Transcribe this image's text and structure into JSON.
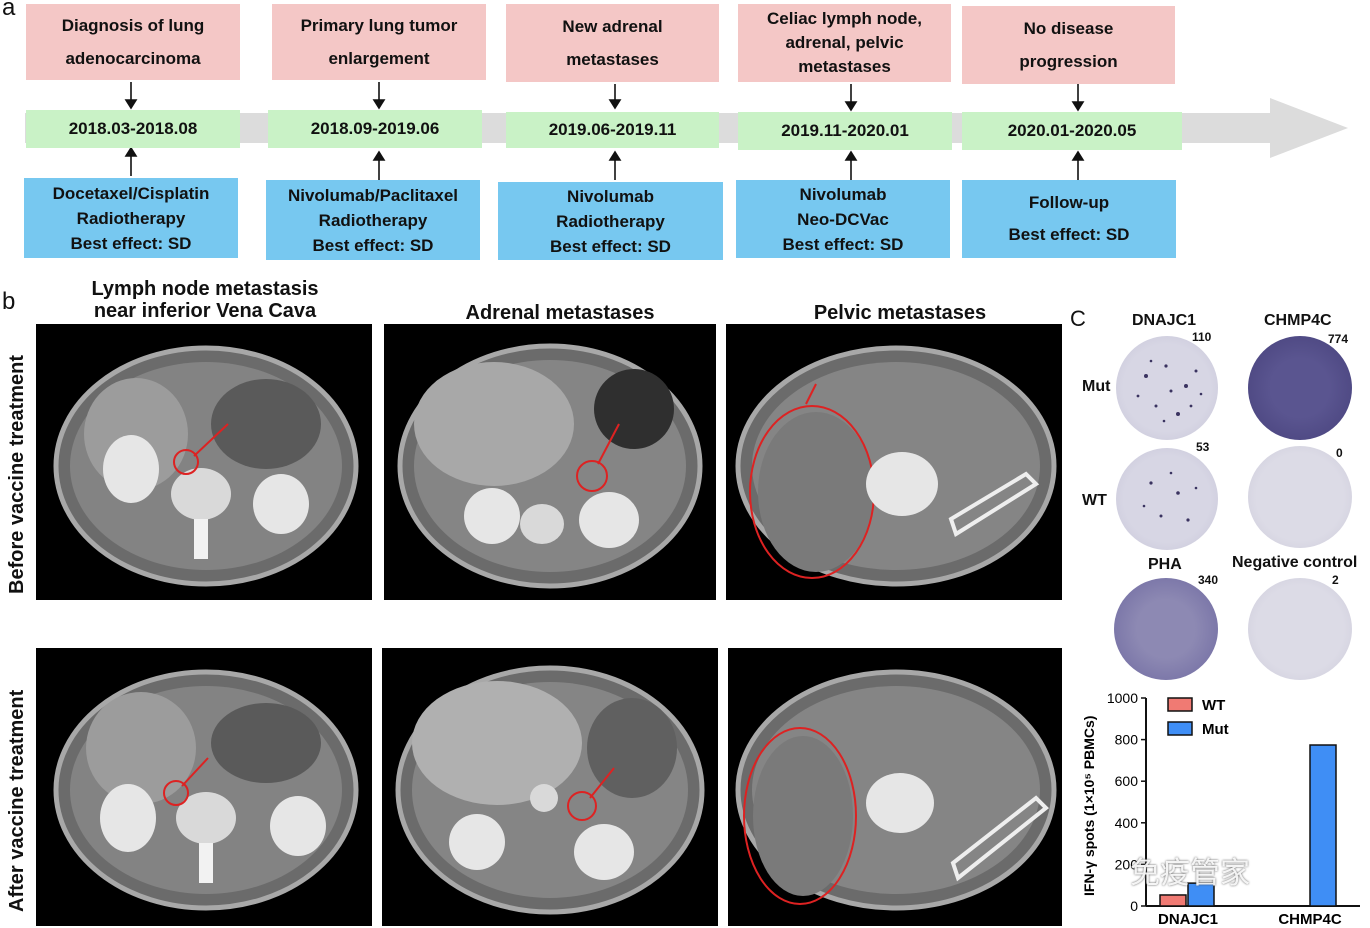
{
  "panel_a": {
    "letter": "a",
    "events": [
      {
        "top": "Diagnosis of lung\nadenocarcinoma",
        "date": "2018.03-2018.08",
        "treatment": [
          "Docetaxel/Cisplatin",
          "Radiotherapy",
          "Best effect: SD"
        ]
      },
      {
        "top": "Primary lung tumor\nenlargement",
        "date": "2018.09-2019.06",
        "treatment": [
          "Nivolumab/Paclitaxel",
          "Radiotherapy",
          "Best effect: SD"
        ]
      },
      {
        "top": "New adrenal\nmetastases",
        "date": "2019.06-2019.11",
        "treatment": [
          "Nivolumab",
          "Radiotherapy",
          "Best effect: SD"
        ]
      },
      {
        "top": "Celiac lymph node,\nadrenal, pelvic\nmetastases",
        "date": "2019.11-2020.01",
        "treatment": [
          "Nivolumab",
          "Neo-DCVac",
          "Best effect: SD"
        ]
      },
      {
        "top": "No disease\nprogression",
        "date": "2020.01-2020.05",
        "treatment": [
          "Follow-up",
          "Best effect: SD"
        ]
      }
    ],
    "colors": {
      "top_box": "#f4c7c6",
      "date_box": "#c9f2c6",
      "treatment_box": "#77c8f0",
      "arrow": "#dcdcdc"
    }
  },
  "panel_b": {
    "letter": "b",
    "columns": [
      "Lymph node metastasis\nnear inferior Vena Cava",
      "Adrenal metastases",
      "Pelvic metastases"
    ],
    "rows": [
      "Before vaccine treatment",
      "After vaccine treatment"
    ]
  },
  "panel_c": {
    "letter": "C",
    "wells": {
      "col_headers": [
        "DNAJC1",
        "CHMP4C"
      ],
      "row_labels": [
        "Mut",
        "WT"
      ],
      "counts": [
        [
          "110",
          "774"
        ],
        [
          "53",
          "0"
        ]
      ],
      "pha_label": "PHA",
      "pha_count": "340",
      "neg_label": "Negative control",
      "neg_count": "2"
    },
    "legend": [
      {
        "name": "WT",
        "color": "#f07a73"
      },
      {
        "name": "Mut",
        "color": "#3f8ef5"
      }
    ]
  },
  "chart_data": {
    "type": "bar",
    "categories": [
      "DNAJC1",
      "CHMP4C"
    ],
    "series": [
      {
        "name": "WT",
        "values": [
          53,
          0
        ]
      },
      {
        "name": "Mut",
        "values": [
          110,
          774
        ]
      }
    ],
    "ylabel": "IFN-γ spots (1×10⁵ PBMCs)",
    "ylim": [
      0,
      1000
    ],
    "yticks": [
      "0",
      "200",
      "400",
      "600",
      "800",
      "1000"
    ],
    "legend_position": "top-left"
  },
  "watermark": "免疫管家"
}
